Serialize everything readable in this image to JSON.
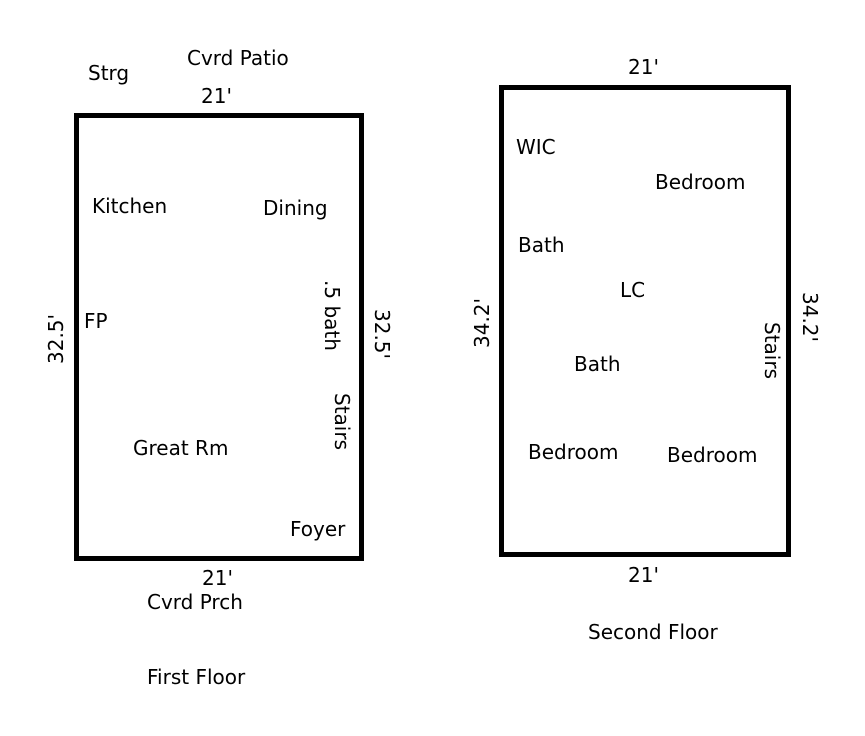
{
  "first_floor": {
    "caption": "First Floor",
    "storage": "Strg",
    "covered_patio": "Cvrd Patio",
    "covered_porch": "Cvrd Prch",
    "top_width": "21'",
    "bottom_width": "21'",
    "left_length": "32.5'",
    "right_length": "32.5'",
    "rooms": {
      "kitchen": "Kitchen",
      "dining": "Dining",
      "fireplace": "FP",
      "half_bath": ".5 bath",
      "stairs": "Stairs",
      "great_room": "Great Rm",
      "foyer": "Foyer"
    }
  },
  "second_floor": {
    "caption": "Second Floor",
    "top_width": "21'",
    "bottom_width": "21'",
    "left_length": "34.2'",
    "right_length": "34.2'",
    "rooms": {
      "wic": "WIC",
      "bedroom_top": "Bedroom",
      "bath_upper": "Bath",
      "lc": "LC",
      "bath_lower": "Bath",
      "stairs": "Stairs",
      "bedroom_bottom_left": "Bedroom",
      "bedroom_bottom_right": "Bedroom"
    }
  }
}
